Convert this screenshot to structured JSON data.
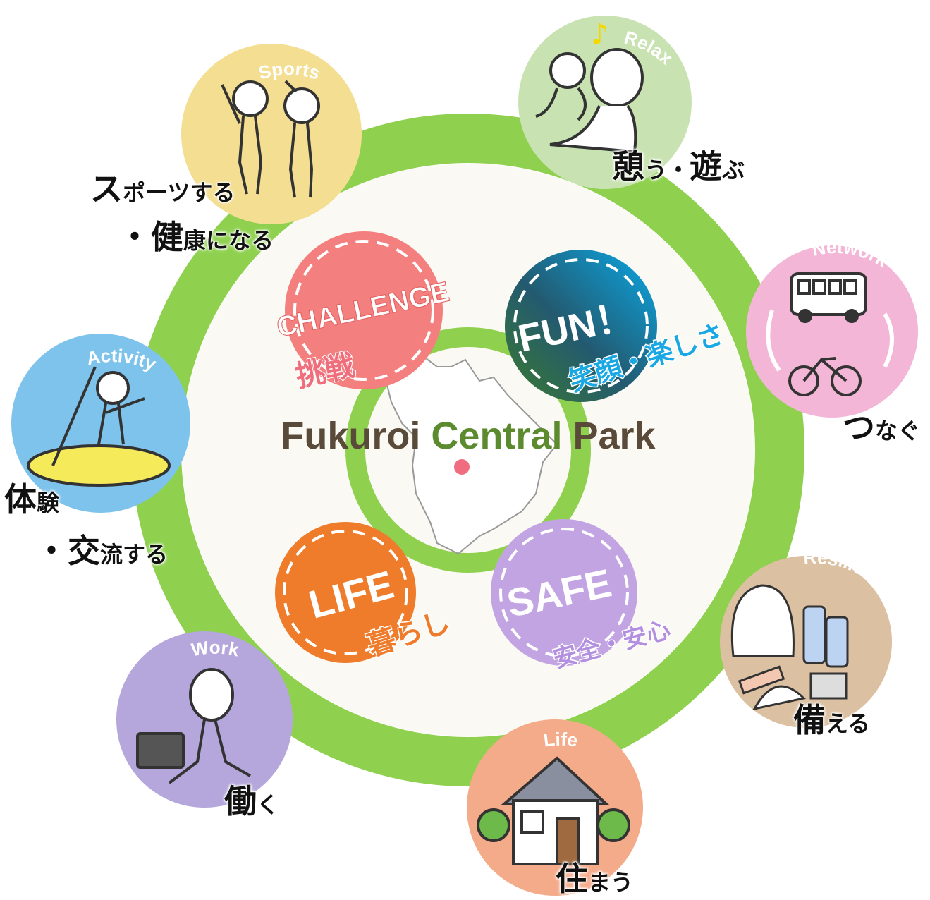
{
  "title": "Fukuroi Central Park",
  "colors": {
    "ring": "#8fd14f",
    "inner_bg": "#fbf9f3",
    "challenge": "#f47f7f",
    "fun": "#19a8e3",
    "life": "#ef7c2b",
    "safe": "#c3a4e3",
    "title_brown": "#5a4a3a",
    "title_green": "#5c8a2e",
    "pin": "#ef6d7f"
  },
  "themes": [
    {
      "id": "challenge",
      "en": "CHALLENGE",
      "ja": "挑戦"
    },
    {
      "id": "fun",
      "en": "FUN！",
      "ja": "笑顔・楽しさ"
    },
    {
      "id": "life",
      "en": "LIFE",
      "ja": "暮らし"
    },
    {
      "id": "safe",
      "en": "SAFE",
      "ja": "安全・安心"
    }
  ],
  "activities": [
    {
      "id": "sports",
      "en": "Sports",
      "ja_big": "ス",
      "ja_rest": "ポーツする",
      "ja2_big": "・健",
      "ja2_rest": "康になる",
      "color": "#f3de92",
      "icon": "stretching-people-icon"
    },
    {
      "id": "relax",
      "en": "Relax",
      "ja_big": "憩",
      "ja_rest": "う・",
      "ja2_big": "遊",
      "ja2_rest": "ぶ",
      "color": "#c8e3b1",
      "icon": "parent-child-relax-icon"
    },
    {
      "id": "network",
      "en": "Network",
      "ja_big": "つ",
      "ja_rest": "なぐ",
      "color": "#f4b6d7",
      "icon": "bus-bicycle-icon"
    },
    {
      "id": "activity",
      "en": "Activity",
      "ja_big": "体",
      "ja_rest": "験",
      "ja2_big": "・交",
      "ja2_rest": "流する",
      "color": "#7ec3ec",
      "icon": "paddleboard-icon"
    },
    {
      "id": "resilient",
      "en": "Resilient",
      "ja_big": "備",
      "ja_rest": "える",
      "color": "#dcc0a2",
      "icon": "emergency-kit-icon"
    },
    {
      "id": "work",
      "en": "Work",
      "ja_big": "働",
      "ja_rest": "く",
      "color": "#b5a6dc",
      "icon": "worker-briefcase-icon"
    },
    {
      "id": "life",
      "en": "Life",
      "ja_big": "住",
      "ja_rest": "まう",
      "color": "#f4ab8a",
      "icon": "house-icon"
    }
  ]
}
